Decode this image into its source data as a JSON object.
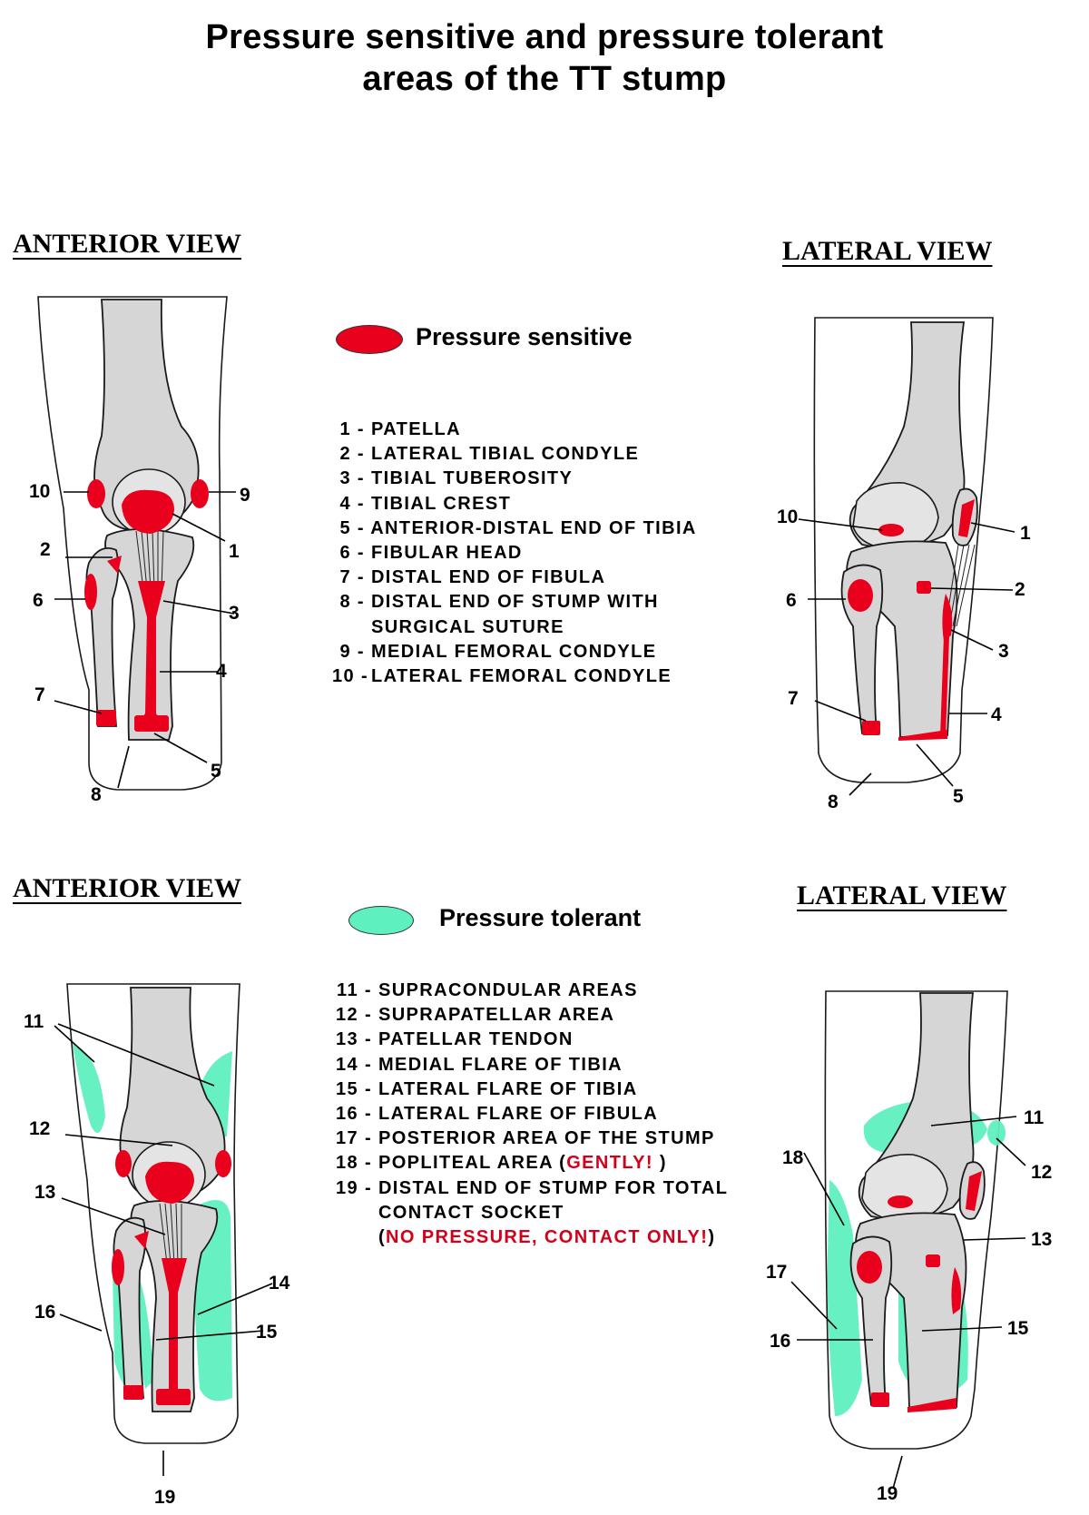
{
  "title": {
    "line1": "Pressure sensitive and pressure tolerant",
    "line2": "areas of the TT stump"
  },
  "top_panel": {
    "anterior_heading": "ANTERIOR VIEW",
    "lateral_heading": "LATERAL VIEW",
    "legend_label": "Pressure sensitive",
    "legend_color": "#e8001c",
    "items": [
      {
        "num": "1 -",
        "text": "PATELLA"
      },
      {
        "num": "2 -",
        "text": "LATERAL  TIBIAL  CONDYLE"
      },
      {
        "num": "3 -",
        "text": "TIBIAL  TUBEROSITY"
      },
      {
        "num": "4 -",
        "text": "TIBIAL  CREST"
      },
      {
        "num": "5 -",
        "text": "ANTERIOR-DISTAL  END  OF  TIBIA"
      },
      {
        "num": "6 -",
        "text": "FIBULAR  HEAD"
      },
      {
        "num": "7 -",
        "text": "DISTAL  END  OF  FIBULA"
      },
      {
        "num": "8 -",
        "text": "DISTAL  END  OF  STUMP  WITH"
      },
      {
        "num": "",
        "text": "SURGICAL  SUTURE"
      },
      {
        "num": "9 -",
        "text": "MEDIAL  FEMORAL  CONDYLE"
      },
      {
        "num": "10 -",
        "text": "LATERAL  FEMORAL  CONDYLE"
      }
    ],
    "anterior_labels": [
      "10",
      "9",
      "2",
      "1",
      "6",
      "3",
      "4",
      "7",
      "5",
      "8"
    ],
    "lateral_labels": [
      "10",
      "1",
      "6",
      "2",
      "3",
      "7",
      "4",
      "8",
      "5"
    ]
  },
  "bottom_panel": {
    "anterior_heading": "ANTERIOR VIEW",
    "lateral_heading": "LATERAL VIEW",
    "legend_label": "Pressure tolerant",
    "legend_color": "#5ff0c0",
    "items": [
      {
        "num": "11 -",
        "text": "SUPRACONDULAR  AREAS"
      },
      {
        "num": "12 -",
        "text": "SUPRAPATELLAR  AREA"
      },
      {
        "num": "13 -",
        "text": "PATELLAR  TENDON"
      },
      {
        "num": "14 -",
        "text": "MEDIAL  FLARE  OF  TIBIA"
      },
      {
        "num": "15 -",
        "text": "LATERAL  FLARE  OF  TIBIA"
      },
      {
        "num": "16 -",
        "text": "LATERAL  FLARE  OF  FIBULA"
      },
      {
        "num": "17 -",
        "text": "POSTERIOR  AREA  OF  THE  STUMP"
      },
      {
        "num": "18 -",
        "text": "POPLITEAL  AREA  (",
        "red": "GENTLY!",
        "tail": "  )"
      },
      {
        "num": "19 -",
        "text": "DISTAL  END  OF  STUMP  FOR  TOTAL"
      },
      {
        "num": "",
        "text": "CONTACT  SOCKET"
      },
      {
        "num": "",
        "text": "(",
        "red": "NO  PRESSURE,  CONTACT  ONLY!",
        "tail": ")"
      }
    ],
    "anterior_labels": [
      "11",
      "12",
      "13",
      "14",
      "16",
      "15",
      "19"
    ],
    "lateral_labels": [
      "11",
      "18",
      "12",
      "13",
      "17",
      "16",
      "15",
      "19"
    ]
  },
  "colors": {
    "bone": "#d6d6d6",
    "outline": "#1a1a1a",
    "sensitive": "#e8001c",
    "tolerant": "#5ff0c0"
  }
}
